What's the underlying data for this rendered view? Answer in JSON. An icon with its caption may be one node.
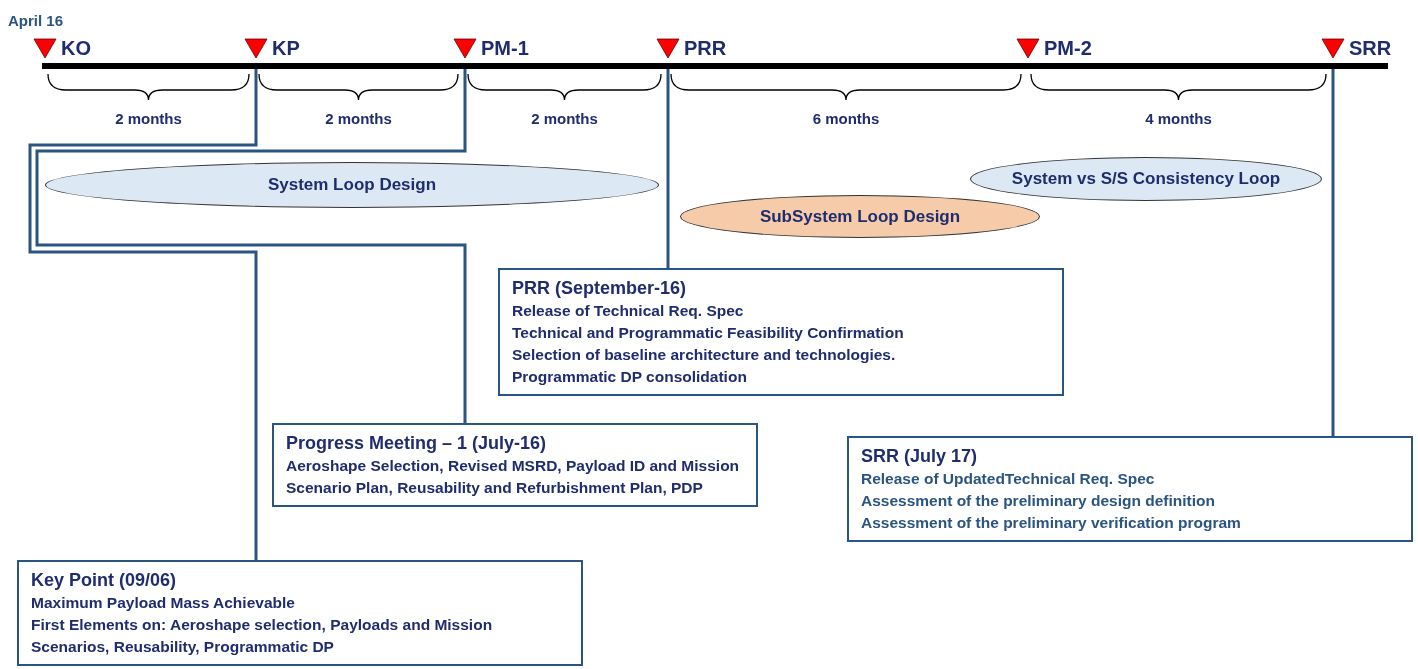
{
  "diagram": {
    "nodes": [
      {
        "text": [
          "KO"
        ],
        "beside": [
          "April 16"
        ]
      },
      {
        "text": [
          "KP"
        ]
      },
      {
        "text": [
          "PM-1"
        ]
      },
      {
        "text": [
          "PRR"
        ]
      },
      {
        "text": [
          "PM-2"
        ]
      },
      {
        "text": [
          "SRR"
        ]
      },
      {
        "text": [
          "System Loop Design"
        ]
      },
      {
        "text": [
          "SubSystem Loop Design"
        ]
      },
      {
        "text": [
          "System vs S/S Consistency Loop"
        ]
      },
      {
        "text": [
          "PRR (September-16)",
          "Release of Technical Req. Spec",
          "Technical and Programmatic Feasibility Confirmation",
          "Selection of baseline architecture and technologies.",
          "Programmatic DP consolidation"
        ]
      },
      {
        "text": [
          "Progress Meeting – 1 (July-16)",
          "Aeroshape Selection, Revised MSRD, Payload ID and Mission Scenario Plan, Reusability and Refurbishment Plan, PDP"
        ]
      },
      {
        "text": [
          "SRR (July 17)",
          "Release of UpdatedTechnical Req. Spec",
          "Assessment of the preliminary design definition",
          "Assessment of the preliminary verification program"
        ]
      },
      {
        "text": [
          "Key Point (09/06)",
          "Maximum Payload Mass Achievable",
          "First Elements on: Aeroshape selection, Payloads and Mission Scenarios, Reusability, Programmatic DP"
        ]
      }
    ],
    "edges": [
      {
        "from": 1,
        "to": 12,
        "arrow": "none"
      },
      {
        "from": 2,
        "to": 10,
        "arrow": "none"
      },
      {
        "from": 3,
        "to": 9,
        "arrow": "none"
      },
      {
        "from": 5,
        "to": 11,
        "arrow": "none"
      }
    ],
    "labels": [
      "2 months",
      "2 months",
      "2 months",
      "6 months",
      "4 months"
    ]
  }
}
